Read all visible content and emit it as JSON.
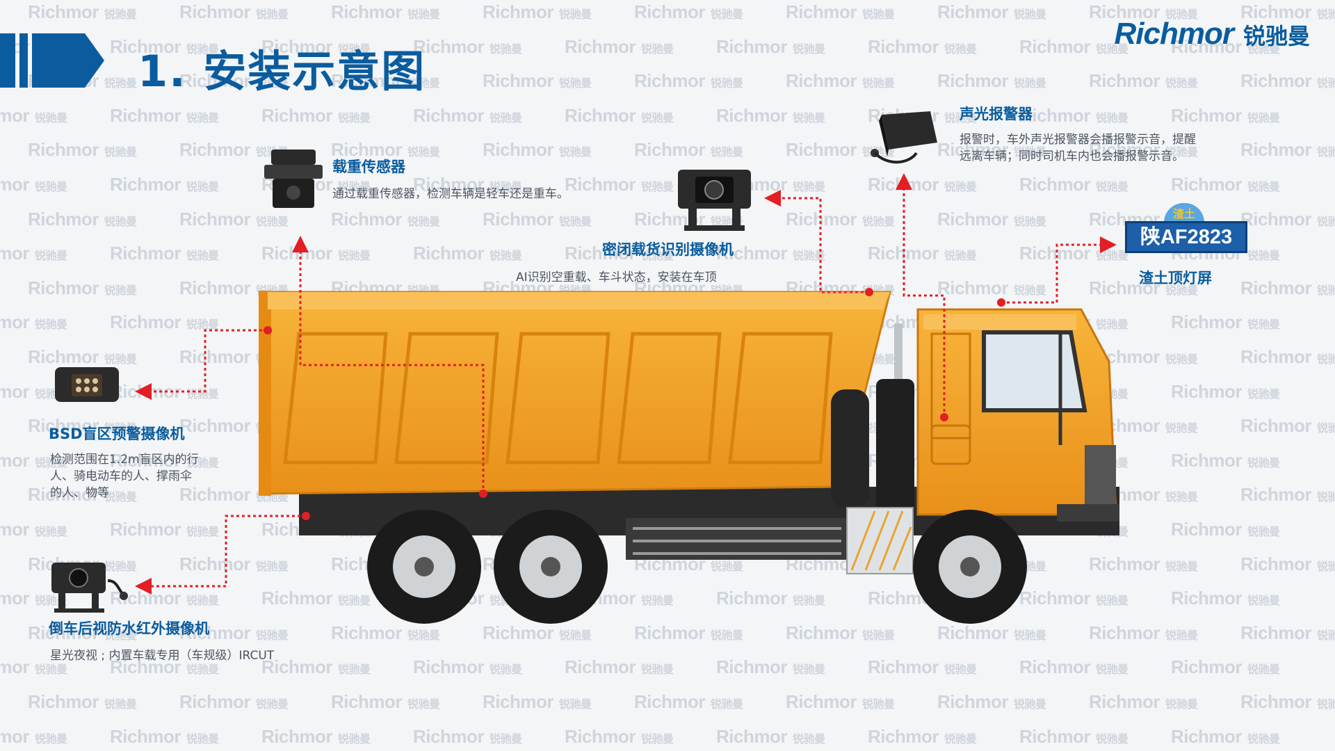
{
  "page": {
    "title": "1. 安装示意图",
    "accent_color": "#0a5c9e",
    "line_color": "#e31e24",
    "truck_color": "#f6a31b"
  },
  "logo": {
    "text_en": "Richmor",
    "text_cn": "锐驰曼"
  },
  "watermark": {
    "text_en": "Richmor",
    "text_cn": "锐驰曼"
  },
  "devices": {
    "load_sensor": {
      "name": "载重传感器",
      "desc": "通过载重传感器，检测车辆是轻车还是重车。",
      "icon": "load-sensor-icon"
    },
    "cargo_camera": {
      "name": "密闭载货识别摄像机",
      "desc": "AI识别空重载、车斗状态，安装在车顶",
      "icon": "camera-icon"
    },
    "alarm": {
      "name": "声光报警器",
      "desc_line1": "报警时，车外声光报警器会播报警示音，提醒",
      "desc_line2": "远离车辆；同时司机车内也会播报警示音。",
      "icon": "alarm-speaker-icon"
    },
    "roof_light": {
      "name": "渣土顶灯屏",
      "plate": "陕AF2823",
      "badge": "渣土",
      "icon": "roof-light-icon"
    },
    "bsd_camera": {
      "name": "BSD盲区预警摄像机",
      "desc_line1": "检测范围在1.2m盲区内的行",
      "desc_line2": "人、骑电动车的人、撑雨伞",
      "desc_line3": "的人、物等",
      "icon": "bsd-camera-icon"
    },
    "rear_camera": {
      "name": "倒车后视防水红外摄像机",
      "desc": "星光夜视 ; 内置车载专用（车规级）IRCUT",
      "icon": "rear-camera-icon"
    }
  }
}
